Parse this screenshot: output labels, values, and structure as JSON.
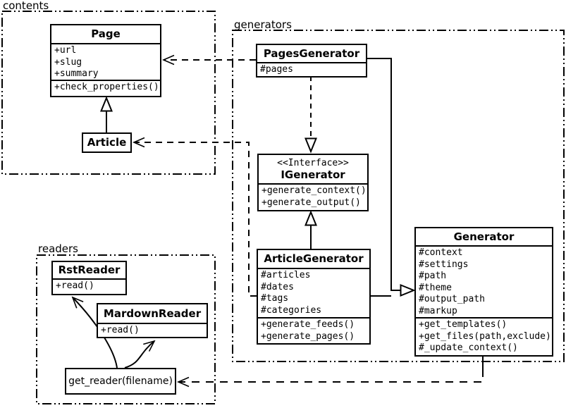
{
  "packages": [
    {
      "name": "contents"
    },
    {
      "name": "generators"
    },
    {
      "name": "readers"
    }
  ],
  "classes": {
    "page": {
      "name": "Page",
      "attributes": [
        "+url",
        "+slug",
        "+summary"
      ],
      "methods": [
        "+check_properties()"
      ]
    },
    "article": {
      "name": "Article"
    },
    "pages_generator": {
      "name": "PagesGenerator",
      "attributes": [
        "#pages"
      ]
    },
    "igenerator": {
      "stereotype": "<<Interface>>",
      "name": "IGenerator",
      "methods": [
        "+generate_context()",
        "+generate_output()"
      ]
    },
    "article_generator": {
      "name": "ArticleGenerator",
      "attributes": [
        "#articles",
        "#dates",
        "#tags",
        "#categories"
      ],
      "methods": [
        "+generate_feeds()",
        "+generate_pages()"
      ]
    },
    "generator": {
      "name": "Generator",
      "attributes": [
        "#context",
        "#settings",
        "#path",
        "#theme",
        "#output_path",
        "#markup"
      ],
      "methods": [
        "+get_templates()",
        "+get_files(path,exclude)",
        "#_update_context()"
      ]
    },
    "rst_reader": {
      "name": "RstReader",
      "methods": [
        "+read()"
      ]
    },
    "mardown_reader": {
      "name": "MardownReader",
      "methods": [
        "+read()"
      ]
    },
    "get_reader": {
      "name": "get_reader(filename)"
    }
  },
  "relationships": [
    {
      "type": "inheritance",
      "from": "Article",
      "to": "Page"
    },
    {
      "type": "realization-dashed",
      "from": "PagesGenerator",
      "to": "IGenerator"
    },
    {
      "type": "inheritance",
      "from": "ArticleGenerator",
      "to": "IGenerator"
    },
    {
      "type": "inheritance",
      "from": "PagesGenerator",
      "to": "Generator"
    },
    {
      "type": "inheritance",
      "from": "ArticleGenerator",
      "to": "Generator"
    },
    {
      "type": "dependency",
      "from": "PagesGenerator",
      "to": "Page"
    },
    {
      "type": "dependency",
      "from": "ArticleGenerator",
      "to": "Article"
    },
    {
      "type": "dependency",
      "from": "Generator",
      "to": "get_reader(filename)"
    },
    {
      "type": "association",
      "from": "get_reader(filename)",
      "to": "RstReader"
    },
    {
      "type": "association",
      "from": "get_reader(filename)",
      "to": "MardownReader"
    }
  ],
  "colors": {
    "line": "#000000",
    "background": "#ffffff",
    "node_fill": "#ffffff"
  }
}
